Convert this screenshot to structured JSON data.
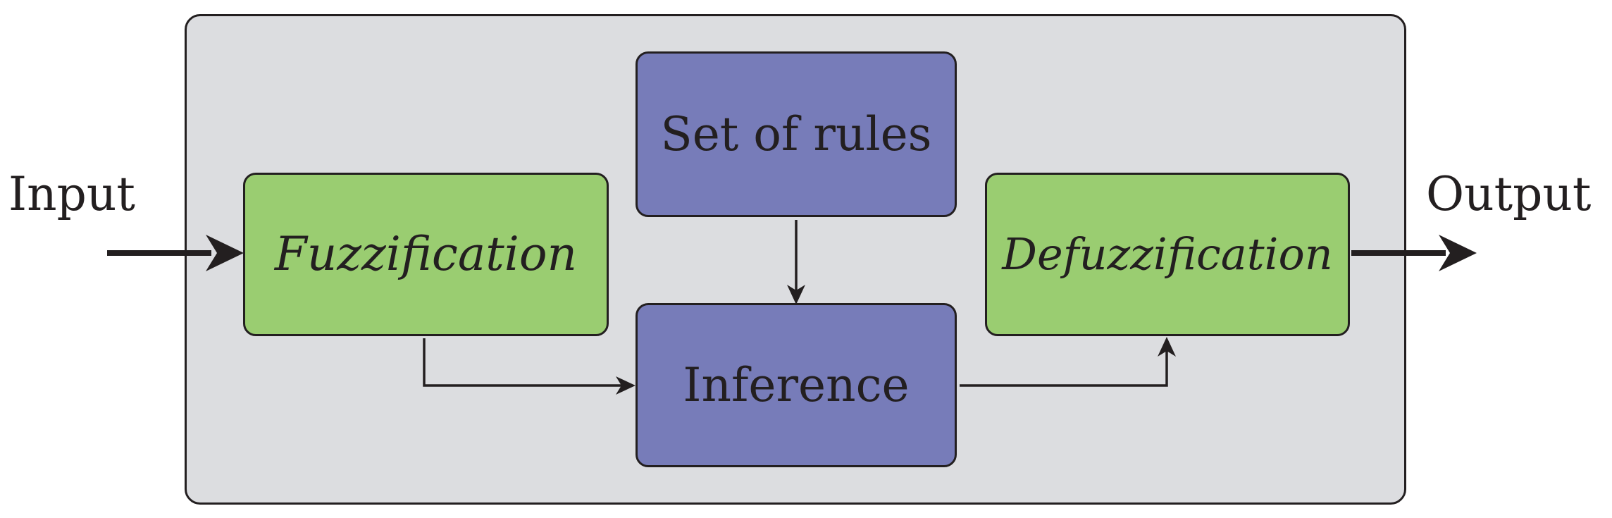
{
  "labels": {
    "input": "Input",
    "output": "Output"
  },
  "blocks": {
    "fuzzification": "Fuzzification",
    "set_of_rules": "Set of rules",
    "inference": "Inference",
    "defuzzification": "Defuzzification"
  },
  "colors": {
    "container": "#dcdde0",
    "fuzzy_blocks": "#9acd71",
    "rule_blocks": "#777cb9",
    "stroke": "#231f20"
  }
}
